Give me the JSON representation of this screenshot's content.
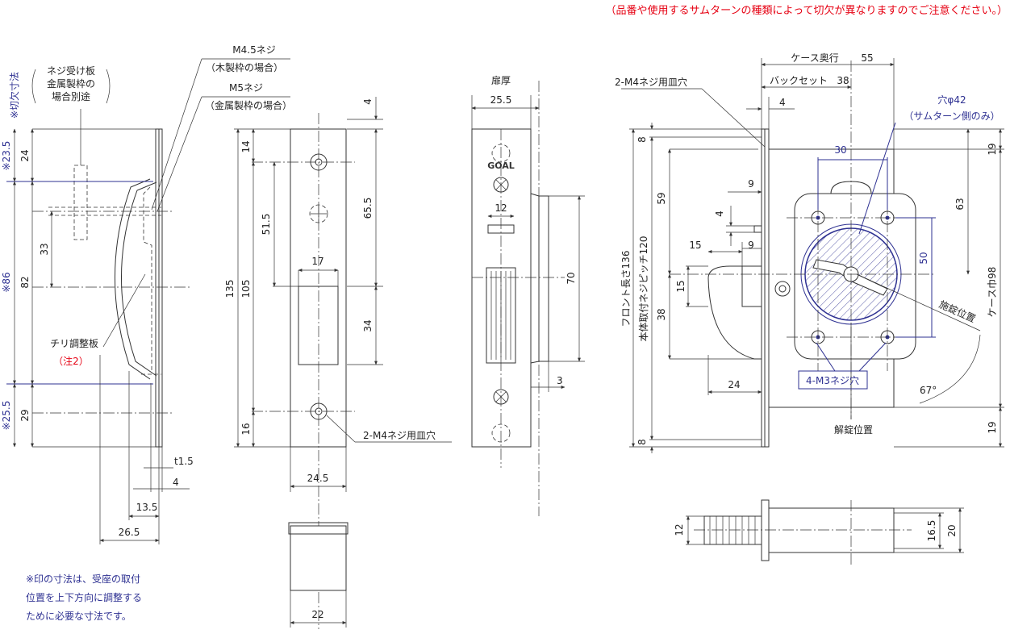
{
  "header": {
    "caution": "（品番や使用するサムターンの種類によって切欠が異なりますのでご注意ください。）"
  },
  "colors": {
    "note_red": "#e60012",
    "marked_blue": "#2e3192",
    "line": "#333333"
  },
  "view_strike": {
    "note_plate": [
      "ネジ受け板",
      "金属製枠の",
      "場合別途"
    ],
    "screw_wood": "M4.5ネジ",
    "screw_wood_case": "（木製枠の場合）",
    "screw_metal": "M5ネジ",
    "screw_metal_case": "（金属製枠の場合）",
    "cutout_dim": "※切欠寸法",
    "dims": [
      "※23.5",
      "24",
      "33",
      "※86",
      "82",
      "※25.5",
      "29",
      "t1.5",
      "4",
      "13.5",
      "26.5"
    ],
    "adjust_plate": "チリ調整板",
    "adjust_note": "（注2）",
    "footnote": [
      "※印の寸法は、受座の取付",
      "位置を上下方向に調整する",
      "ために必要な寸法です。"
    ]
  },
  "view_front": {
    "dims": [
      "4",
      "14",
      "65.5",
      "51.5",
      "17",
      "135",
      "105",
      "34",
      "16",
      "24.5",
      "22"
    ],
    "hole_label": "2-M4ネジ用皿穴"
  },
  "view_side": {
    "door_thickness": "扉厚",
    "dims": [
      "25.5",
      "12",
      "70",
      "3"
    ],
    "brand": "GOAL"
  },
  "view_body": {
    "case_depth": "ケース奥行",
    "case_depth_val": "55",
    "backset": "バックセット",
    "backset_val": "38",
    "hole_label": "2-M4ネジ用皿穴",
    "dims": [
      "4",
      "8",
      "30",
      "9",
      "59",
      "4",
      "63",
      "19",
      "15",
      "9",
      "15",
      "50",
      "38",
      "24",
      "8",
      "19"
    ],
    "hole_dia": "穴φ42",
    "hole_dia_note": "（サムターン側のみ）",
    "front_length": "フロント長さ136",
    "mount_pitch": "本体取付ネジピッチ120",
    "case_width": "ケース巾98",
    "locked": "施錠位置",
    "unlocked": "解錠位置",
    "angle": "67°",
    "screw_holes": "4-M3ネジ穴"
  },
  "view_latch": {
    "dims": [
      "12",
      "16.5",
      "20"
    ]
  }
}
